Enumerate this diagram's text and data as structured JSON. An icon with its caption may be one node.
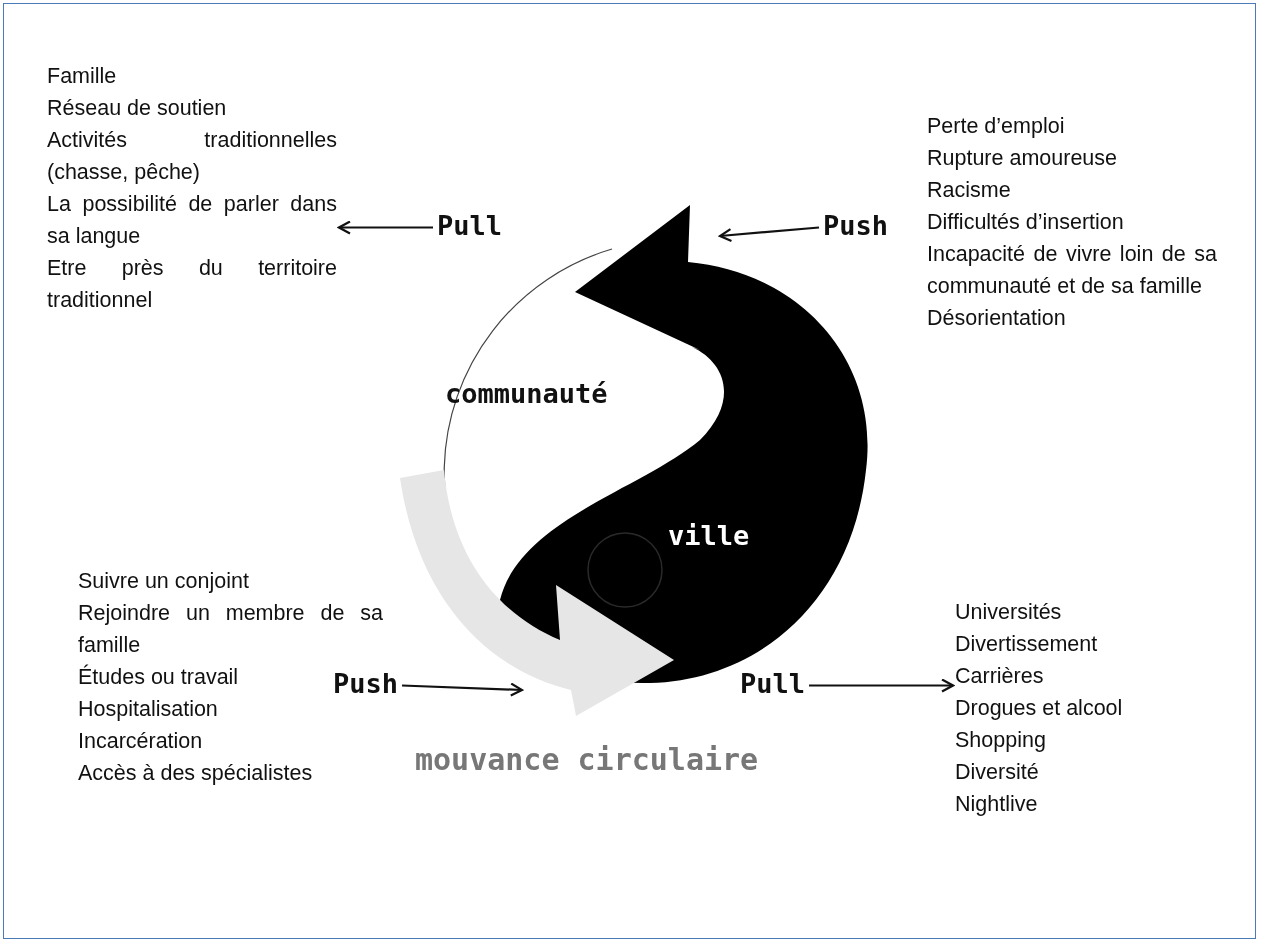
{
  "diagram": {
    "nodes": [
      {
        "text": [
          "Famille",
          "Réseau de soutien",
          "Activités traditionnelles (chasse, pêche)",
          "La possibilité de parler dans sa langue",
          "Etre près du territoire traditionnel"
        ]
      },
      {
        "text": [
          "Pull"
        ]
      },
      {
        "text": [
          "Push"
        ]
      },
      {
        "text": [
          "Perte d’emploi",
          "Rupture amoureuse",
          "Racisme",
          "Difficultés d’insertion",
          "Incapacité de vivre loin de sa communauté et de sa famille",
          "Désorientation"
        ]
      },
      {
        "text": [
          "ville"
        ]
      },
      {
        "text": [
          "communauté"
        ]
      },
      {
        "text": [],
        "shape": "arrow"
      },
      {
        "text": [
          "Suivre un conjoint",
          "Rejoindre un membre de sa famille",
          "Études ou travail",
          "Hospitalisation",
          "Incarcération",
          "Accès à des spécialistes"
        ]
      },
      {
        "text": [
          "Push"
        ]
      },
      {
        "text": [
          "Pull"
        ]
      },
      {
        "text": [
          "Universités",
          "Divertissement",
          "Carrières",
          "Drogues et alcool",
          "Shopping",
          "Diversité",
          "Nightlive"
        ]
      }
    ],
    "edges": [
      {
        "from": 1,
        "to": 0,
        "arrow": "to"
      },
      {
        "from": 2,
        "to": 4,
        "arrow": "to"
      },
      {
        "from": 8,
        "to": 6,
        "arrow": "to"
      },
      {
        "from": 9,
        "to": 10,
        "arrow": "to"
      }
    ],
    "labels": [
      "mouvance circulaire"
    ]
  }
}
